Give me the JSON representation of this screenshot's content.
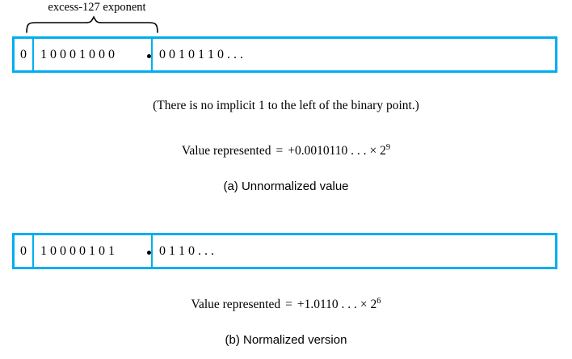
{
  "figure": {
    "brace_label": "excess-127 exponent",
    "panels": [
      {
        "id": "unnormalized",
        "sign_bit": "0",
        "exponent_bits": "1 0 0 0 1 0 0 0",
        "fraction_bits": "0 0 1 0 1 1 0 . . .",
        "note": "(There is no implicit 1 to the left of the binary point.)",
        "value_label": "Value represented",
        "equals": "=",
        "value_mantissa": "+0.0010110 . . .",
        "times": "× 2",
        "value_exponent": "9",
        "caption": "(a) Unnormalized value"
      },
      {
        "id": "normalized",
        "sign_bit": "0",
        "exponent_bits": "1 0 0 0 0 1 0 1",
        "fraction_bits": "0 1 1 0 . . .",
        "note": "",
        "value_label": "Value represented",
        "equals": "=",
        "value_mantissa": "+1.0110 . . .",
        "times": "× 2",
        "value_exponent": "6",
        "caption": "(b) Normalized version"
      }
    ],
    "colors": {
      "field_border": "#00AEEF",
      "text": "#000000",
      "background": "#FFFFFF"
    }
  }
}
